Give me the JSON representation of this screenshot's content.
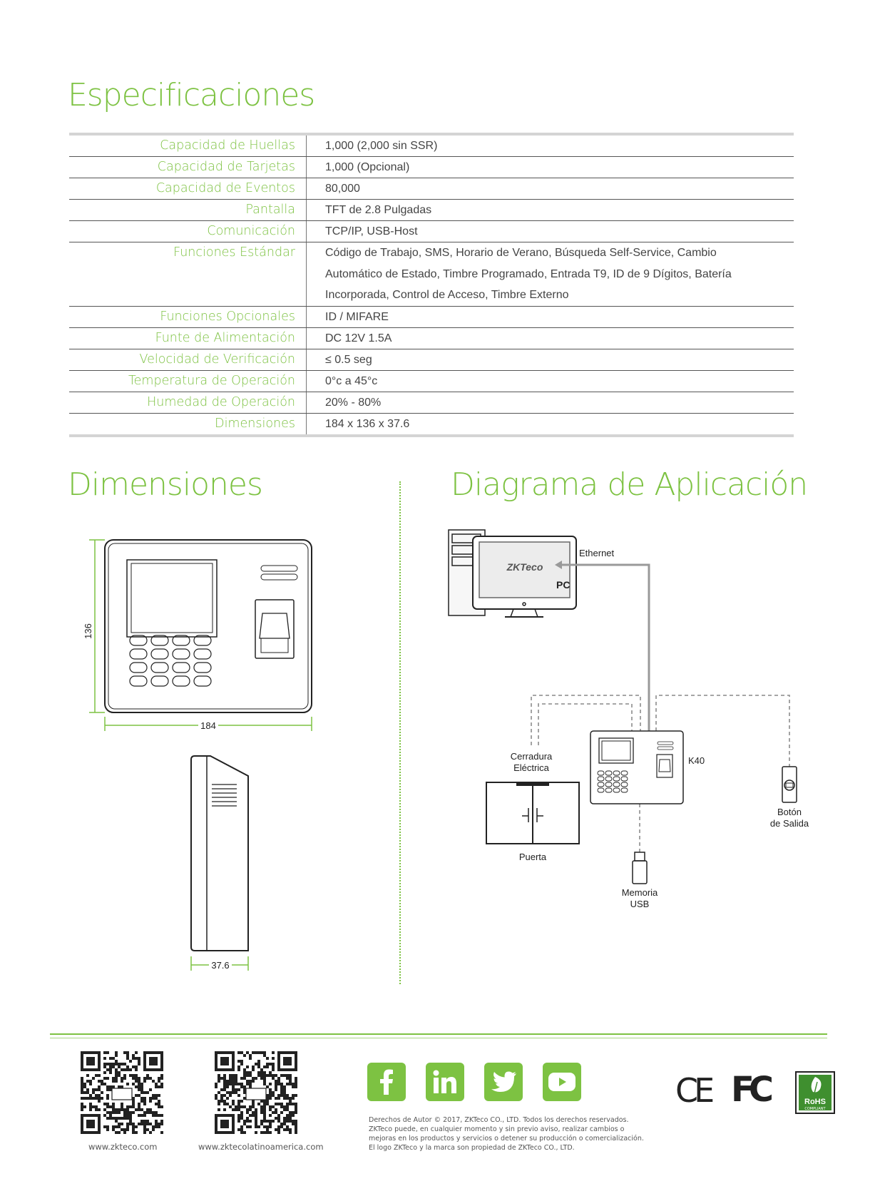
{
  "headings": {
    "specs": "Especificaciones",
    "dimensions": "Dimensiones",
    "diagram": "Diagrama de Aplicación"
  },
  "specs": [
    {
      "label": "Capacidad de Huellas",
      "value": "1,000 (2,000 sin SSR)"
    },
    {
      "label": "Capacidad de Tarjetas",
      "value": "1,000 (Opcional)"
    },
    {
      "label": "Capacidad de Eventos",
      "value": "80,000"
    },
    {
      "label": "Pantalla",
      "value": "TFT de 2.8 Pulgadas"
    },
    {
      "label": "Comunicación",
      "value": "TCP/IP, USB-Host"
    },
    {
      "label": "Funciones Estándar",
      "lines": [
        "Código de Trabajo, SMS, Horario de Verano, Búsqueda Self-Service, Cambio",
        "Automático de Estado, Timbre Programado, Entrada T9, ID de 9 Dígitos, Batería",
        "Incorporada, Control de Acceso, Timbre Externo"
      ]
    },
    {
      "label": "Funciones Opcionales",
      "value": "ID / MIFARE"
    },
    {
      "label": "Funte de Alimentación",
      "value": "DC 12V 1.5A"
    },
    {
      "label": "Velocidad de Verificación",
      "value": "≤ 0.5 seg"
    },
    {
      "label": "Temperatura de Operación",
      "value": "0°c a 45°c"
    },
    {
      "label": "Humedad de Operación",
      "value": "20% - 80%"
    },
    {
      "label": "Dimensiones",
      "value": "184 x 136 x 37.6"
    }
  ],
  "dimension_labels": {
    "height": "136",
    "width": "184",
    "depth": "37.6"
  },
  "diagram": {
    "ethernet": "Ethernet",
    "pc": "PC",
    "brand": "ZKTeco",
    "device": "K40",
    "lock_line1": "Cerradura",
    "lock_line2": "Eléctrica",
    "door": "Puerta",
    "usb_line1": "Memoria",
    "usb_line2": "USB",
    "exit_line1": "Botón",
    "exit_line2": "de Salida"
  },
  "footer": {
    "url1": "www.zkteco.com",
    "url2": "www.zktecolatinoamerica.com",
    "social": [
      "facebook-icon",
      "linkedin-icon",
      "twitter-icon",
      "youtube-icon"
    ],
    "copyright": [
      "Derechos de Autor © 2017, ZKTeco CO., LTD. Todos los derechos reservados.",
      "ZKTeco puede, en cualquier momento y sin previo aviso, realizar cambios o",
      "mejoras en los productos y servicios o detener su producción o comercialización.",
      "El logo ZKTeco y la marca son propiedad de ZKTeco CO., LTD."
    ],
    "ce": "CE",
    "fc": "FC",
    "rohs": "RoHS",
    "rohs_sub": "COMPLIANT"
  },
  "colors": {
    "accent": "#7dc242"
  }
}
